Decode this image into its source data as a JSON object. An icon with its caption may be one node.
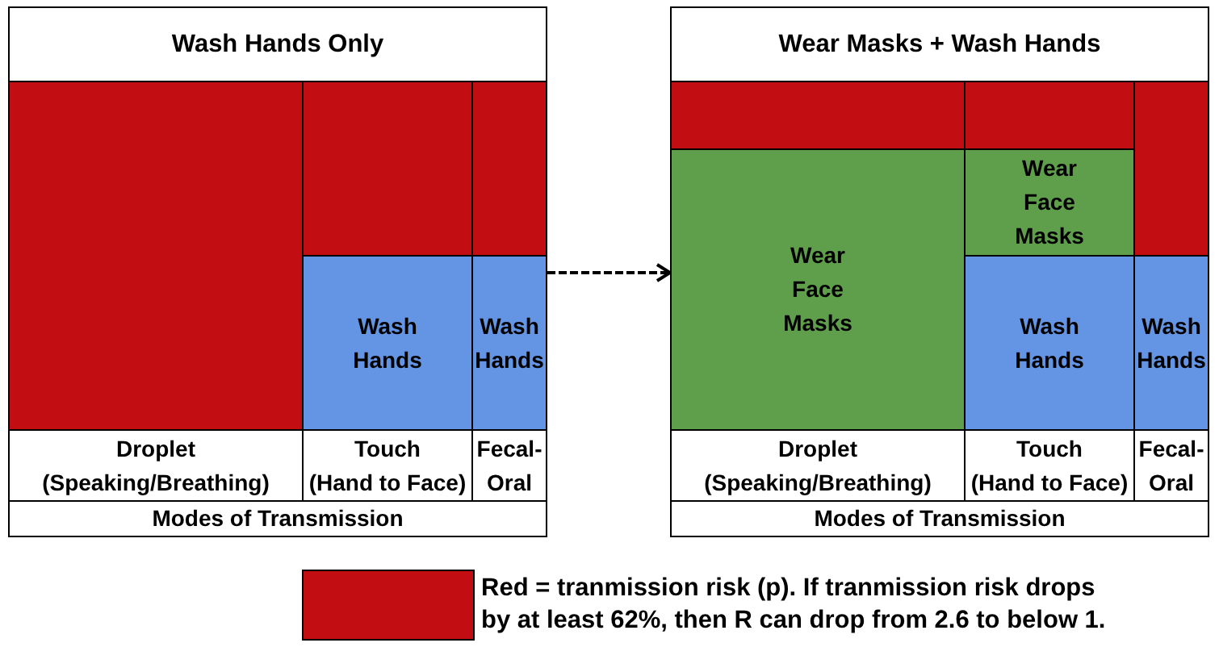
{
  "diagram": {
    "nodes": [
      {
        "text": [
          "Wash Hands Only"
        ]
      },
      {
        "text": [],
        "shape": "box",
        "in": 0
      },
      {
        "text": [],
        "shape": "box",
        "in": 0
      },
      {
        "text": [],
        "shape": "box",
        "in": 0
      },
      {
        "text": [
          "Wash Hands"
        ],
        "in": 0
      },
      {
        "text": [
          "Wash Hands"
        ],
        "in": 0
      },
      {
        "text": [
          "Droplet (Speaking/Breathing)"
        ],
        "in": 0
      },
      {
        "text": [
          "Touch (Hand to Face)"
        ],
        "in": 0
      },
      {
        "text": [
          "Fecal-Oral"
        ],
        "in": 0
      },
      {
        "text": [
          "Modes of Transmission"
        ],
        "in": 0
      },
      {
        "text": [
          "Wear Masks + Wash Hands"
        ]
      },
      {
        "text": [],
        "shape": "box",
        "in": 10
      },
      {
        "text": [],
        "shape": "box",
        "in": 10
      },
      {
        "text": [],
        "shape": "box",
        "in": 10
      },
      {
        "text": [
          "Wear Face Masks"
        ],
        "in": 10
      },
      {
        "text": [
          "Wear Face Masks"
        ],
        "in": 10
      },
      {
        "text": [
          "Wash Hands"
        ],
        "in": 10
      },
      {
        "text": [
          "Wash Hands"
        ],
        "in": 10
      },
      {
        "text": [
          "Droplet (Speaking/Breathing)"
        ],
        "in": 10
      },
      {
        "text": [
          "Touch (Hand to Face)"
        ],
        "in": 10
      },
      {
        "text": [
          "Fecal-Oral"
        ],
        "in": 10
      },
      {
        "text": [
          "Modes of Transmission"
        ],
        "in": 10
      }
    ],
    "edges": [
      {
        "from": 0,
        "to": 10,
        "arrow": "to",
        "style": "dashed"
      }
    ],
    "legend": [
      {
        "text": "Red = tranmission risk (p). If tranmission risk drops by at least 62%, then R can drop from 2.6 to below 1.",
        "color": "#c20e13"
      }
    ]
  }
}
